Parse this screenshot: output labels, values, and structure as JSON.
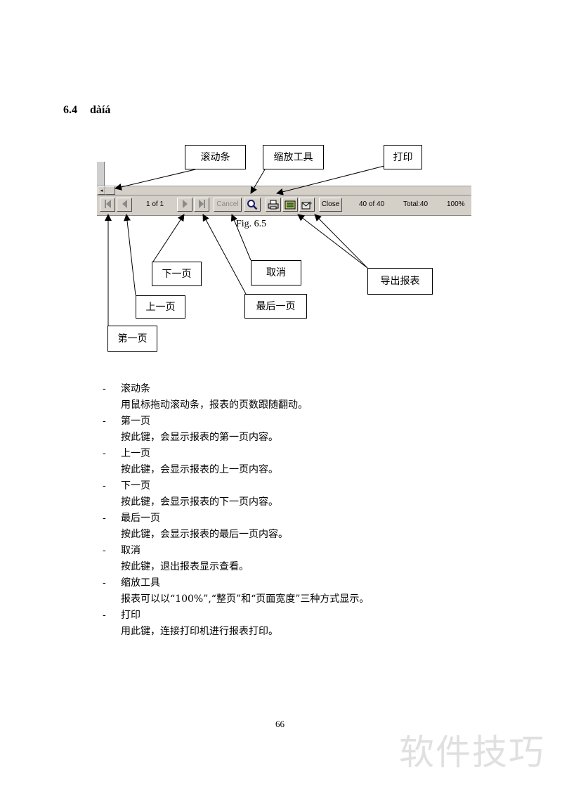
{
  "heading": {
    "number": "6.4",
    "text": "dàíá"
  },
  "toolbar": {
    "page_indicator": "1 of 1",
    "cancel_label": "Cancel",
    "close_label": "Close",
    "record_count": "40 of 40",
    "total": "Total:40",
    "zoom": "100%"
  },
  "figure_caption": "Fig. 6.5",
  "callouts": {
    "scrollbar": "滚动条",
    "zoom_tool": "缩放工具",
    "print": "打印",
    "next_page": "下一页",
    "cancel": "取消",
    "export": "导出报表",
    "prev_page": "上一页",
    "last_page": "最后一页",
    "first_page": "第一页"
  },
  "items": [
    {
      "title": "滚动条",
      "body": "用鼠标拖动滚动条，报表的页数跟随翻动。"
    },
    {
      "title": "第一页",
      "body": "按此键，会显示报表的第一页内容。"
    },
    {
      "title": "上一页",
      "body": "按此键，会显示报表的上一页内容。"
    },
    {
      "title": "下一页",
      "body": "按此键，会显示报表的下一页内容。"
    },
    {
      "title": "最后一页",
      "body": "按此键，会显示报表的最后一页内容。"
    },
    {
      "title": "取消",
      "body": "按此键，退出报表显示查看。"
    },
    {
      "title": "缩放工具",
      "body": "报表可以以“100%”,“整页”和“页面宽度”三种方式显示。"
    },
    {
      "title": "打印",
      "body": "用此键，连接打印机进行报表打印。"
    }
  ],
  "bullet": "-",
  "page_number": "66",
  "watermark": "软件技巧"
}
